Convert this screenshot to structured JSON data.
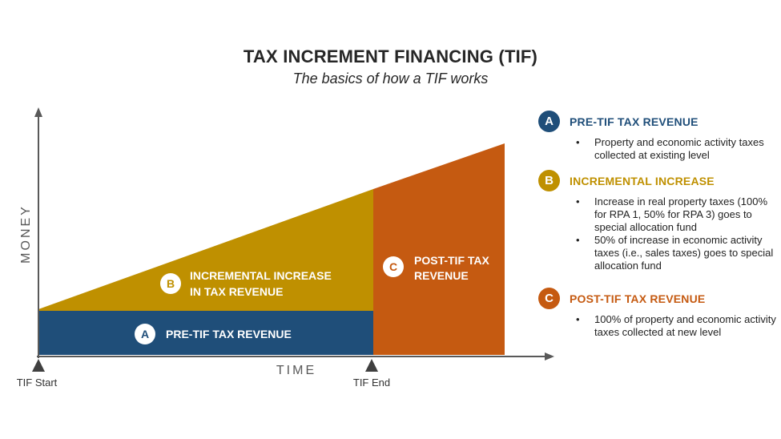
{
  "title": "TAX INCREMENT FINANCING (TIF)",
  "subtitle": "The basics of how a TIF works",
  "axes": {
    "y_label": "MONEY",
    "x_label": "TIME",
    "start_label": "TIF Start",
    "end_label": "TIF End"
  },
  "colors": {
    "pre_tif": "#1F4E79",
    "incremental": "#BF9000",
    "post_tif": "#C55A11",
    "axis": "#595959"
  },
  "regions": {
    "pre_tif": {
      "badge": "A",
      "label": "PRE-TIF TAX REVENUE"
    },
    "incremental": {
      "badge": "B",
      "line1": "INCREMENTAL INCREASE",
      "line2": "IN TAX REVENUE"
    },
    "post_tif": {
      "badge": "C",
      "line1": "POST-TIF TAX",
      "line2": "REVENUE"
    }
  },
  "legend": [
    {
      "badge": "A",
      "title": "PRE-TIF TAX REVENUE",
      "bullets": [
        "Property and economic activity taxes collected at existing level"
      ]
    },
    {
      "badge": "B",
      "title": "INCREMENTAL INCREASE",
      "bullets": [
        "Increase in real property taxes (100% for RPA 1, 50% for RPA 3) goes to special allocation fund",
        "50% of increase in economic activity taxes (i.e., sales taxes) goes to special allocation fund"
      ]
    },
    {
      "badge": "C",
      "title": "POST-TIF TAX REVENUE",
      "bullets": [
        "100% of property and economic activity taxes collected at new level"
      ]
    }
  ]
}
